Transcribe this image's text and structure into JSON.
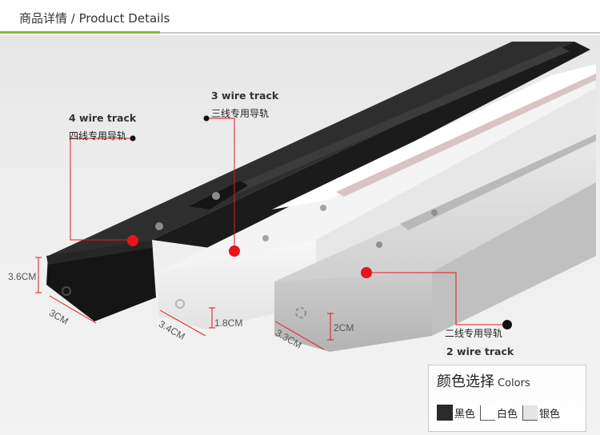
{
  "header": {
    "title": "商品详情 / Product Details"
  },
  "labels": {
    "four_wire_en": "4 wire track",
    "four_wire_cn": "四线专用导轨",
    "three_wire_en": "3 wire track",
    "three_wire_cn": "三线专用导轨",
    "two_wire_cn": "二线专用导轨",
    "two_wire_en": "2 wire track"
  },
  "dimensions": {
    "black_height": "3.6CM",
    "black_width": "3CM",
    "white_width": "3.4CM",
    "white_height": "1.8CM",
    "silver_width": "3.3CM",
    "silver_height": "2CM"
  },
  "colors_box": {
    "title_cn": "颜色选择",
    "title_en": "Colors",
    "options": [
      {
        "label": "黑色",
        "color": "#2a2a2a"
      },
      {
        "label": "白色",
        "color": "#ffffff"
      },
      {
        "label": "银色",
        "color": "#e4e4e4"
      }
    ]
  },
  "accent_colors": {
    "marker": "#e8141c",
    "header_green": "#7dbb3c"
  }
}
